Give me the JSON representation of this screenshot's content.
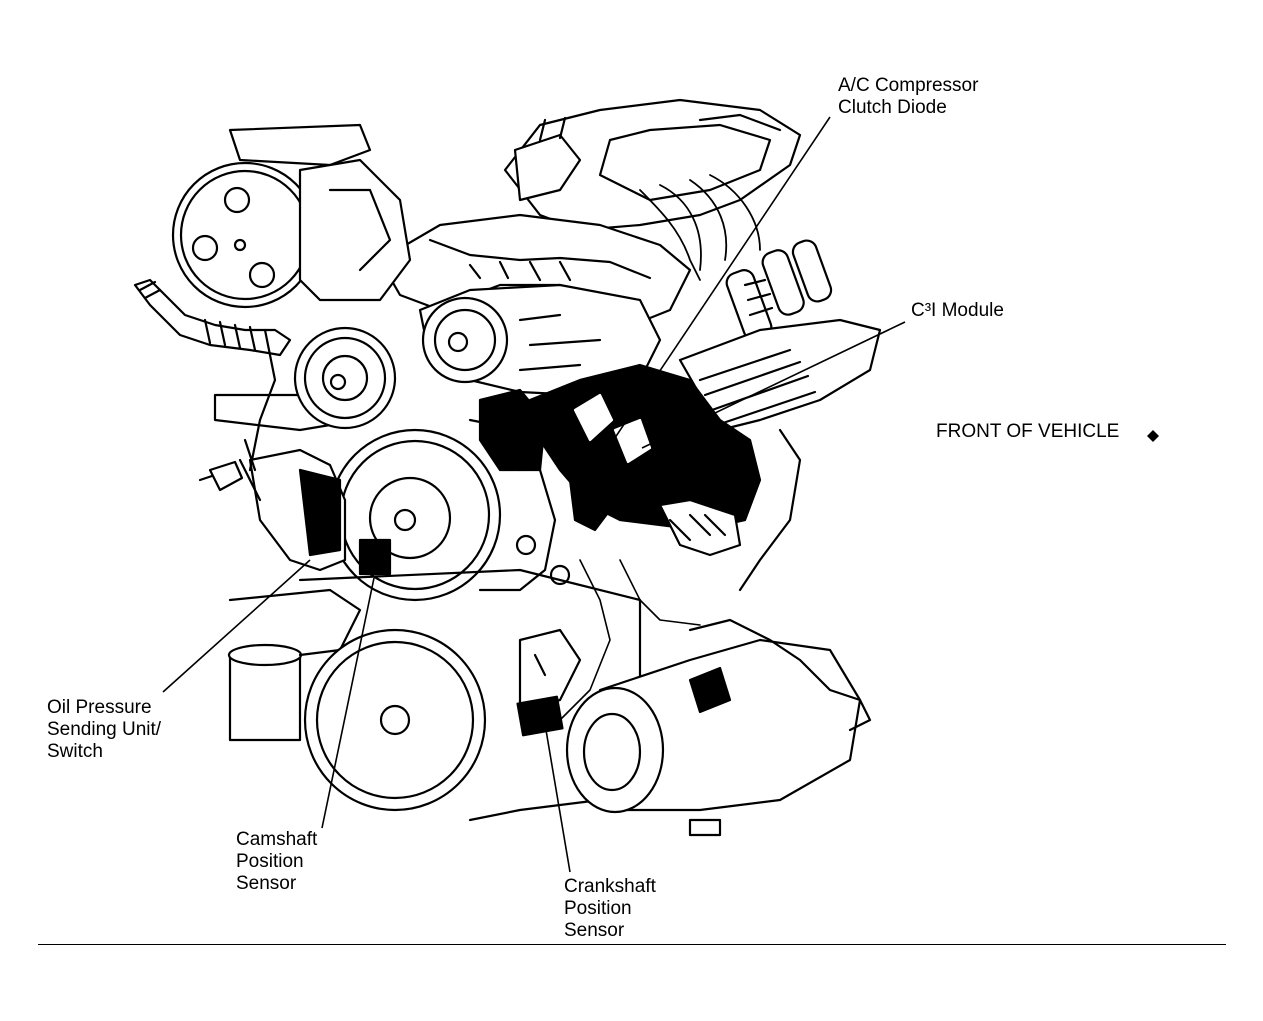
{
  "labels": {
    "ac_compressor_clutch_diode": "A/C Compressor\nClutch Diode",
    "c3i_module": "C³I Module",
    "front_of_vehicle": "FRONT OF VEHICLE",
    "oil_pressure_sending_unit_switch": "Oil Pressure\nSending Unit/\nSwitch",
    "camshaft_position_sensor": "Camshaft\nPosition\nSensor",
    "crankshaft_position_sensor": "Crankshaft\nPosition\nSensor"
  },
  "colors": {
    "ink": "#000000",
    "paper": "#ffffff"
  },
  "icons": {
    "front_direction": "front-arrow-icon"
  }
}
